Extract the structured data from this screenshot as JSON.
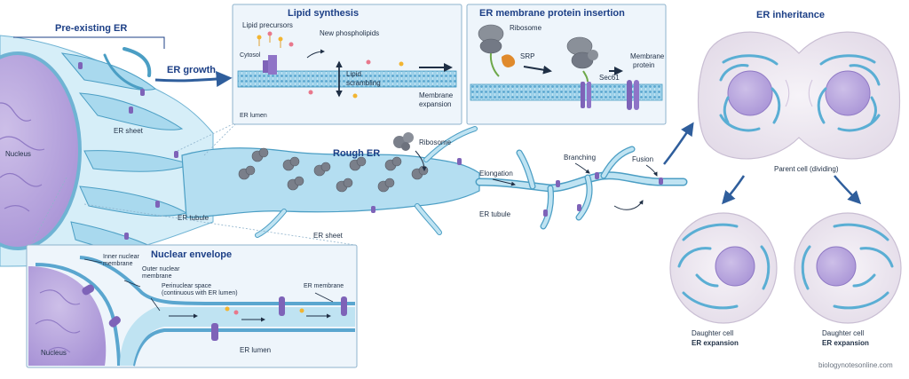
{
  "titles": {
    "pre_existing_er": "Pre-existing ER",
    "lipid_synthesis": "Lipid synthesis",
    "protein_insertion": "ER membrane protein insertion",
    "er_inheritance": "ER inheritance",
    "nuclear_envelope": "Nuclear envelope",
    "rough_er": "Rough ER"
  },
  "labels": {
    "er_growth": "ER growth",
    "nucleus_main": "Nucleus",
    "er_sheet_top": "ER sheet",
    "er_tubule_left": "ER tubule",
    "er_sheet_bottom": "ER sheet",
    "ribosome_mid": "Ribosome",
    "elongation": "Elongation",
    "branching": "Branching",
    "fusion": "Fusion",
    "er_tubule_right": "ER tubule",
    "lipid_precursors": "Lipid precursors",
    "new_phospholipids": "New phospholipids",
    "cytosol": "Cytosol",
    "lipid_scrambling_1": "Lipid",
    "lipid_scrambling_2": "scrambling",
    "membrane_expansion_1": "Membrane",
    "membrane_expansion_2": "expansion",
    "er_lumen_top": "ER lumen",
    "ribosome_box": "Ribosome",
    "srp": "SRP",
    "sec61": "Sec61",
    "membrane_protein_1": "Membrane",
    "membrane_protein_2": "protein",
    "inner_nuclear_1": "Inner nuclear",
    "inner_nuclear_2": "membrane",
    "outer_nuclear_1": "Outer nuclear",
    "outer_nuclear_2": "membrane",
    "perinuclear_1": "Perinuclear space",
    "perinuclear_2": "(continuous with ER lumen)",
    "er_membrane": "ER membrane",
    "nucleus_box": "Nucleus",
    "er_lumen_box": "ER lumen",
    "parent_cell": "Parent cell (dividing)",
    "daughter_left_1": "Daughter cell",
    "daughter_left_2": "ER expansion",
    "daughter_right_1": "Daughter cell",
    "daughter_right_2": "ER expansion",
    "credit": "biologynotesonline.com"
  },
  "colors": {
    "er_fill": "#bfe3f2",
    "er_stroke": "#4b9ec4",
    "nucleus": "#b9a7dc",
    "nucleus_dark": "#8f79c4",
    "protein": "#7e63b8",
    "ribosome": "#7a7f8a",
    "srp": "#e08a2c",
    "title": "#1c3f86",
    "box_bg": "#eef5fb",
    "box_stroke": "#8fb3cc"
  }
}
